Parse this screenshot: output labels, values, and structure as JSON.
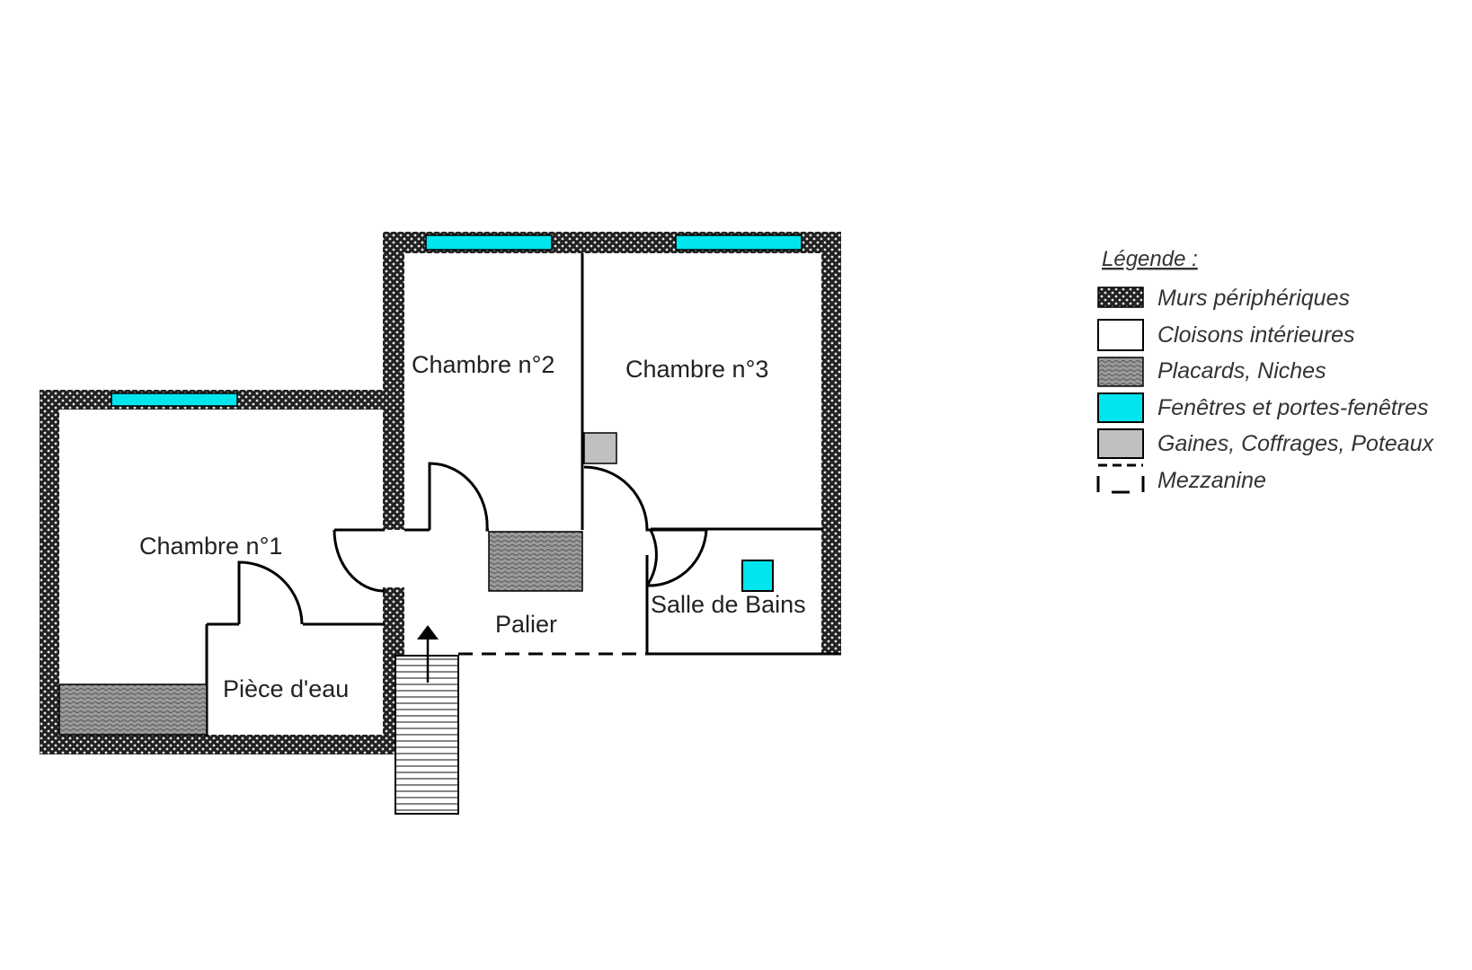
{
  "colors": {
    "wall": "#2b2b2b",
    "window": "#00e5ee",
    "closet": "#8a8a8a",
    "duct": "#c0c0c0",
    "line": "#000000"
  },
  "rooms": {
    "chambre1": "Chambre n°1",
    "chambre2": "Chambre n°2",
    "chambre3": "Chambre n°3",
    "palier": "Palier",
    "salle_de_bains": "Salle de Bains",
    "piece_eau": "Pièce d'eau"
  },
  "legend": {
    "title": "Légende :",
    "items": [
      {
        "key": "murs",
        "label": "Murs périphériques",
        "swatch": "wall-pattern"
      },
      {
        "key": "cloisons",
        "label": "Cloisons intérieures",
        "swatch": "white"
      },
      {
        "key": "placards",
        "label": "Placards, Niches",
        "swatch": "closet-pattern"
      },
      {
        "key": "fenetres",
        "label": "Fenêtres et portes-fenêtres",
        "swatch": "cyan"
      },
      {
        "key": "gaines",
        "label": "Gaines, Coffrages, Poteaux",
        "swatch": "gray"
      },
      {
        "key": "mezzanine",
        "label": "Mezzanine",
        "swatch": "dashed"
      }
    ]
  }
}
